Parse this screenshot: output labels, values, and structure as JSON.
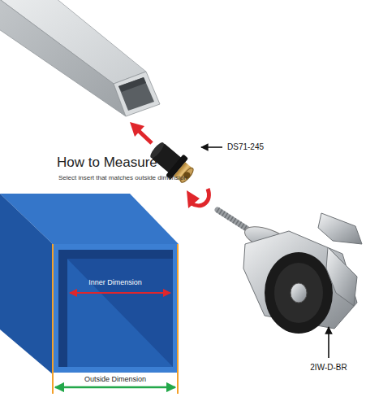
{
  "diagram": {
    "title": "How to Measure",
    "labels": [
      "DS71-245",
      "Select insert that matches outside dimension",
      "Inner Dimension",
      "Outside Dimension",
      "2IW-D-BR"
    ]
  }
}
